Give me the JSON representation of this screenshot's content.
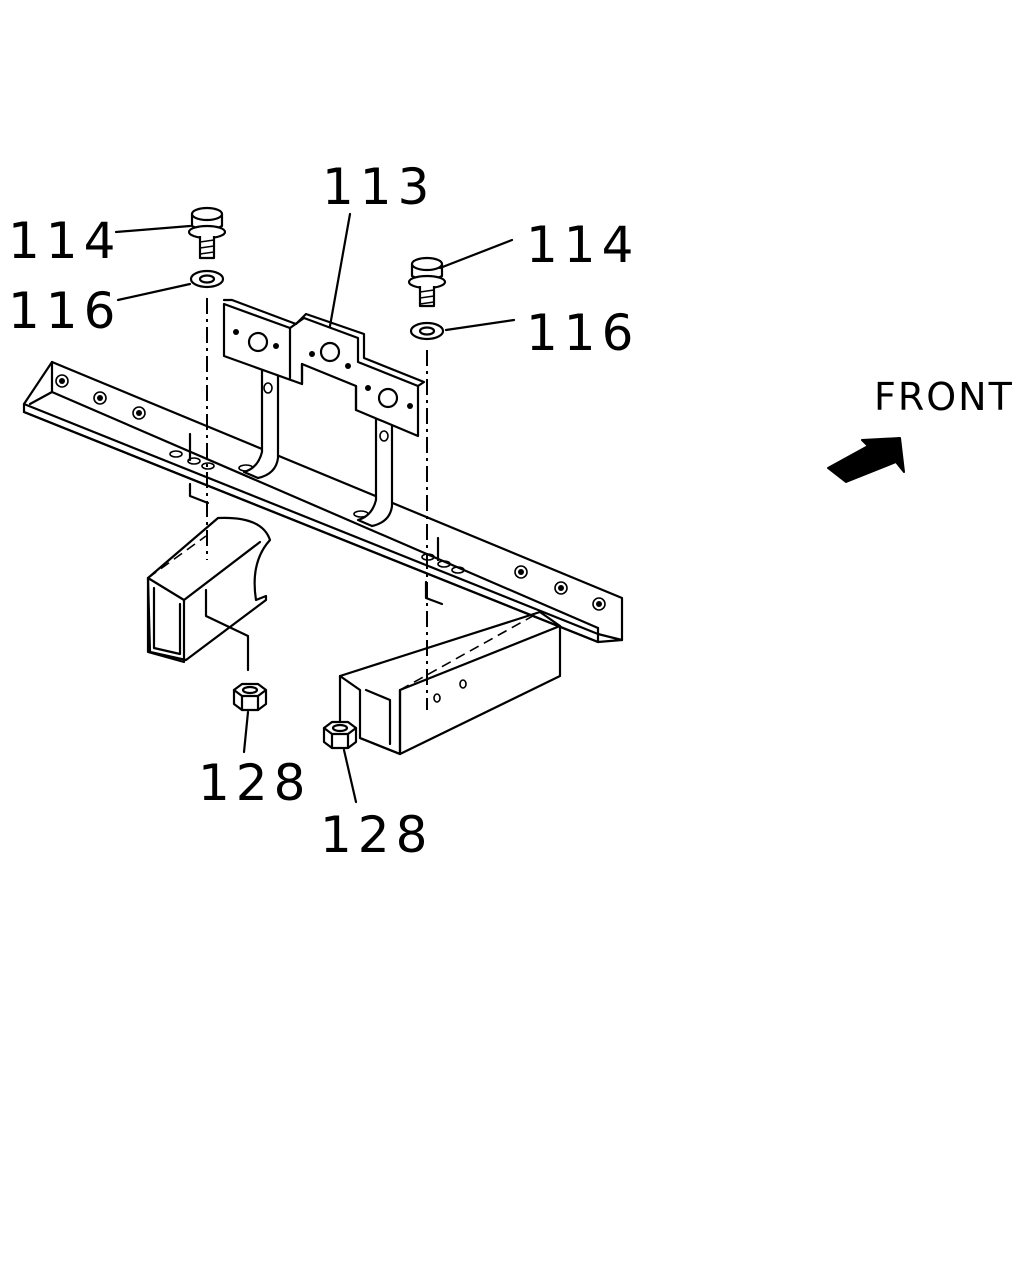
{
  "callouts": {
    "bracket": "113",
    "bolt_left": "114",
    "bolt_right": "114",
    "washer_left": "116",
    "washer_right": "116",
    "nut_left": "128",
    "nut_right": "128"
  },
  "direction_label": "FRONT"
}
